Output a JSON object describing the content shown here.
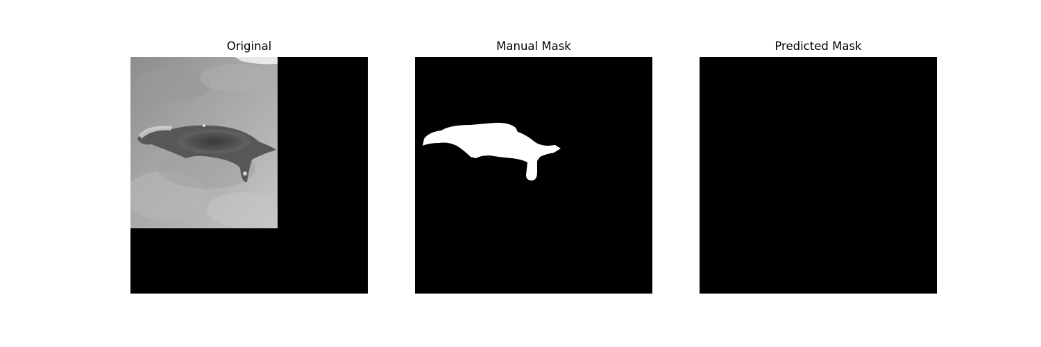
{
  "figure": {
    "panels": [
      {
        "title": "Original"
      },
      {
        "title": "Manual Mask"
      },
      {
        "title": "Predicted Mask"
      }
    ]
  },
  "colors": {
    "background": "#ffffff",
    "image_background": "#000000",
    "mask_foreground": "#ffffff"
  }
}
